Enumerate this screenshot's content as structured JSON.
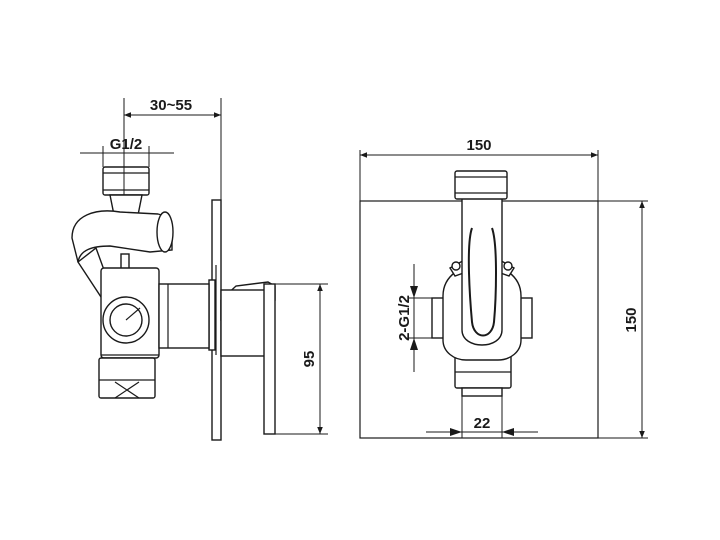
{
  "drawing": {
    "side_view": {
      "dim_depth": "30~55",
      "dim_thread": "G1/2",
      "dim_height": "95"
    },
    "front_view": {
      "dim_width": "150",
      "dim_height": "150",
      "dim_inlet": "2-G1/2",
      "dim_outlet": "22"
    }
  }
}
